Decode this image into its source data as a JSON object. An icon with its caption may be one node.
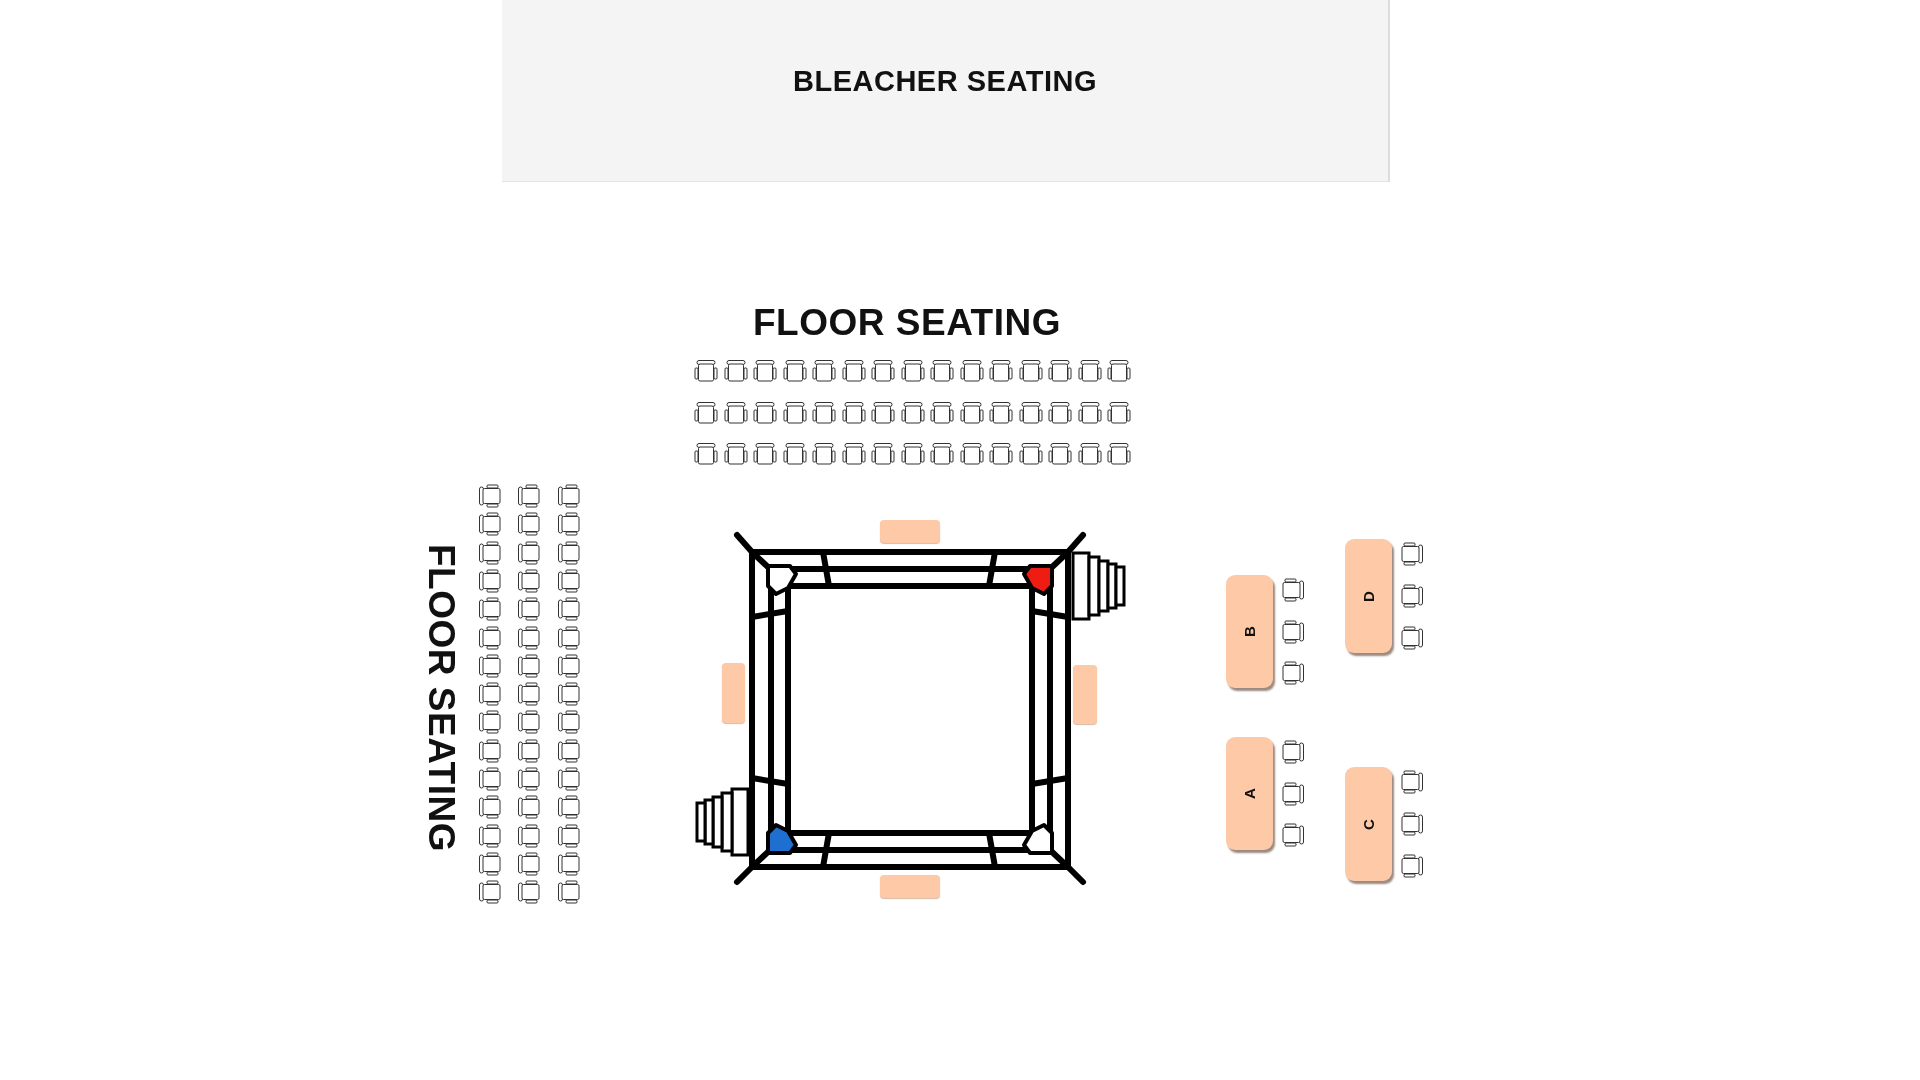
{
  "diagram": {
    "nodes": [
      {
        "text": [
          "BLEACHER SEATING"
        ]
      },
      {
        "text": [],
        "shape": "box"
      },
      {
        "text": [],
        "shape": "box"
      },
      {
        "text": [],
        "shape": "box"
      },
      {
        "text": [],
        "shape": "box"
      },
      {
        "text": [
          "D"
        ]
      },
      {
        "text": [
          "B"
        ]
      },
      {
        "text": [
          "A"
        ]
      },
      {
        "text": [
          "C"
        ]
      }
    ],
    "labels": [
      "FLOOR SEATING",
      "FLOOR SEATING"
    ]
  }
}
